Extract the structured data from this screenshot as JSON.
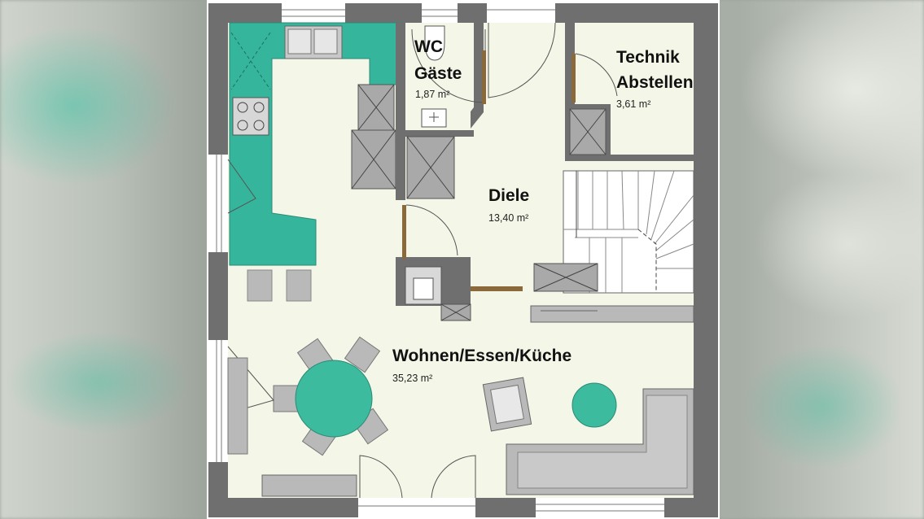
{
  "rooms": {
    "wc": {
      "name": "WC",
      "name2": "Gäste",
      "area": "1,87 m²"
    },
    "technik": {
      "name": "Technik",
      "name2": "Abstellen",
      "area": "3,61 m²"
    },
    "diele": {
      "name": "Diele",
      "area": "13,40 m²"
    },
    "wohnen": {
      "name": "Wohnen/Essen/Küche",
      "area": "35,23 m²"
    }
  },
  "colors": {
    "wall": "#6f6f6f",
    "floor": "#f4f6e8",
    "kitchen": "#35b59b",
    "furniture": "#b9b9b9",
    "table": "#3dbb9e"
  }
}
